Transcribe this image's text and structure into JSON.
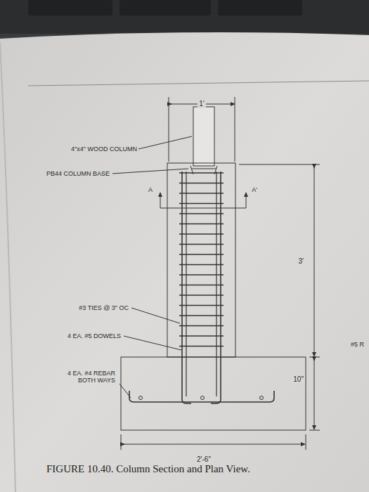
{
  "diagram": {
    "caption": "FIGURE 10.40. Column Section and Plan View.",
    "labels": [
      "1'",
      "4\"x4\" WOOD COLUMN",
      "PB44 COLUMN BASE",
      "A",
      "A'",
      "3'",
      "#3 TIES @ 3\" OC",
      "#5 R",
      "4 EA. #5 DOWELS",
      "4 EA. #4 REBAR BOTH WAYS",
      "10\"",
      "2'-6\""
    ]
  }
}
